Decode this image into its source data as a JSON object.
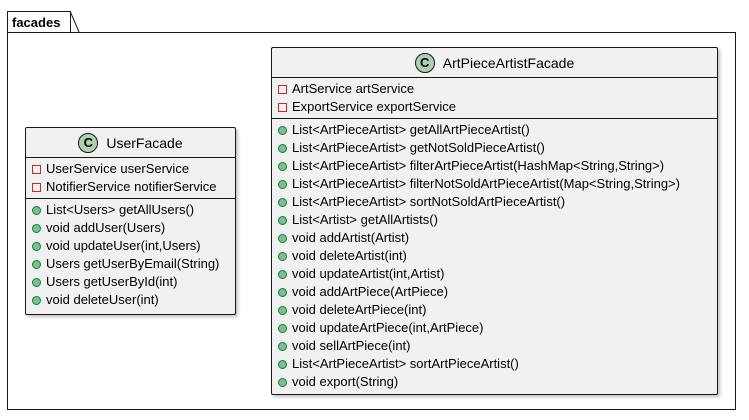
{
  "package": {
    "name": "facades"
  },
  "classes": {
    "user_facade": {
      "stereotype": "C",
      "name": "UserFacade",
      "fields": [
        {
          "visibility": "private",
          "text": "UserService userService"
        },
        {
          "visibility": "private",
          "text": "NotifierService notifierService"
        }
      ],
      "methods": [
        {
          "visibility": "public",
          "text": "List<Users> getAllUsers()"
        },
        {
          "visibility": "public",
          "text": "void addUser(Users)"
        },
        {
          "visibility": "public",
          "text": "void updateUser(int,Users)"
        },
        {
          "visibility": "public",
          "text": "Users getUserByEmail(String)"
        },
        {
          "visibility": "public",
          "text": "Users getUserById(int)"
        },
        {
          "visibility": "public",
          "text": "void deleteUser(int)"
        }
      ]
    },
    "art_piece_artist_facade": {
      "stereotype": "C",
      "name": "ArtPieceArtistFacade",
      "fields": [
        {
          "visibility": "private",
          "text": "ArtService artService"
        },
        {
          "visibility": "private",
          "text": "ExportService exportService"
        }
      ],
      "methods": [
        {
          "visibility": "public",
          "text": "List<ArtPieceArtist> getAllArtPieceArtist()"
        },
        {
          "visibility": "public",
          "text": "List<ArtPieceArtist> getNotSoldPieceArtist()"
        },
        {
          "visibility": "public",
          "text": "List<ArtPieceArtist> filterArtPieceArtist(HashMap<String,String>)"
        },
        {
          "visibility": "public",
          "text": "List<ArtPieceArtist> filterNotSoldArtPieceArtist(Map<String,String>)"
        },
        {
          "visibility": "public",
          "text": "List<ArtPieceArtist> sortNotSoldArtPieceArtist()"
        },
        {
          "visibility": "public",
          "text": "List<Artist> getAllArtists()"
        },
        {
          "visibility": "public",
          "text": "void addArtist(Artist)"
        },
        {
          "visibility": "public",
          "text": "void deleteArtist(int)"
        },
        {
          "visibility": "public",
          "text": "void updateArtist(int,Artist)"
        },
        {
          "visibility": "public",
          "text": "void addArtPiece(ArtPiece)"
        },
        {
          "visibility": "public",
          "text": "void deleteArtPiece(int)"
        },
        {
          "visibility": "public",
          "text": "void updateArtPiece(int,ArtPiece)"
        },
        {
          "visibility": "public",
          "text": "void sellArtPiece(int)"
        },
        {
          "visibility": "public",
          "text": "List<ArtPieceArtist> sortArtPieceArtist()"
        },
        {
          "visibility": "public",
          "text": "void export(String)"
        }
      ]
    }
  },
  "colors": {
    "class_background": "#f1f1f1",
    "stereotype_circle": "#add1b2",
    "private_marker": "#c82930",
    "public_marker": "#84be84",
    "border": "#181818"
  }
}
